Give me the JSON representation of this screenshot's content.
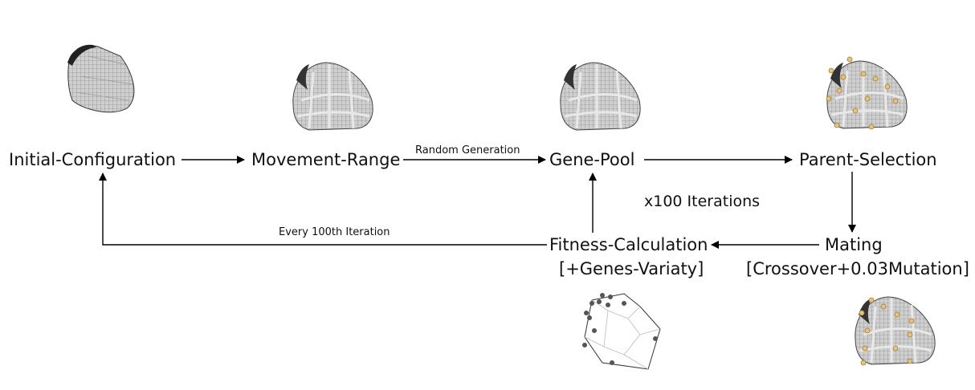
{
  "nodes": {
    "initial_configuration": "Initial-Configuration",
    "movement_range": "Movement-Range",
    "gene_pool": "Gene-Pool",
    "parent_selection": "Parent-Selection",
    "mating": "Mating",
    "mating_detail": "[Crossover+0.03Mutation]",
    "fitness_calculation": "Fitness-Calculation",
    "fitness_detail": "[+Genes-Variaty]"
  },
  "edge_labels": {
    "random_generation": "Random Generation",
    "every_100th": "Every 100th Iteration",
    "iterations": "x100 Iterations"
  },
  "colors": {
    "arrow": "#000000",
    "shell_fill": "#c8c8c8",
    "shell_mesh": "#6a6a6a",
    "rib": "#e6e6e6",
    "selected_points": "#e8c27a",
    "scatter_points": "#555555"
  }
}
